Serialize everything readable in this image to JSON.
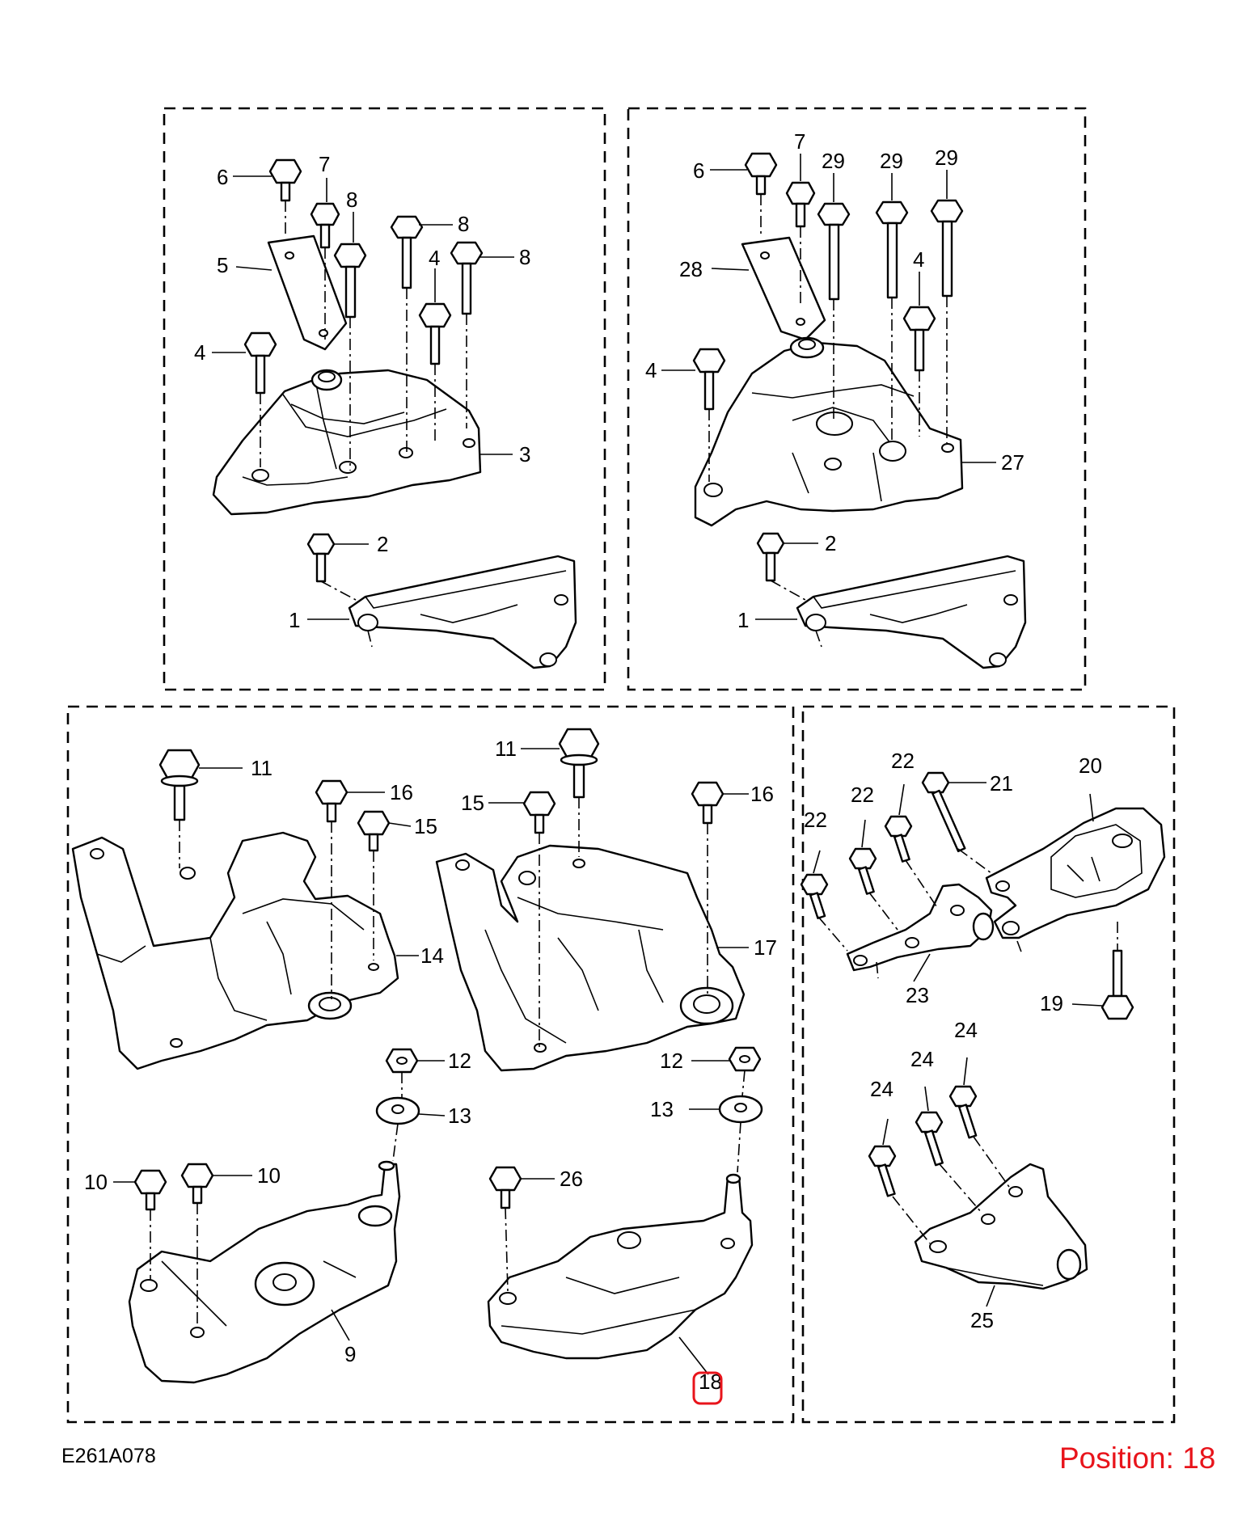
{
  "diagram": {
    "reference_code": "E261A078",
    "position_label": "Position: 18",
    "highlight_color": "#e8141b",
    "callouts": {
      "p1": "6",
      "p2": "7",
      "p3": "8",
      "p4": "8",
      "p5": "8",
      "p6": "5",
      "p7": "4",
      "p8": "4",
      "p9": "3",
      "p10": "2",
      "p11": "1",
      "p12": "6",
      "p13": "7",
      "p14": "29",
      "p15": "29",
      "p16": "29",
      "p17": "28",
      "p18": "4",
      "p19": "4",
      "p20": "27",
      "p21": "2",
      "p22": "1",
      "p23": "11",
      "p24": "16",
      "p25": "15",
      "p26": "14",
      "p27": "11",
      "p28": "15",
      "p29": "16",
      "p30": "17",
      "p31": "12",
      "p32": "13",
      "p33": "10",
      "p34": "10",
      "p35": "9",
      "p36": "12",
      "p37": "13",
      "p38": "26",
      "p39": "18",
      "p40": "22",
      "p41": "22",
      "p42": "22",
      "p43": "21",
      "p44": "20",
      "p45": "23",
      "p46": "19",
      "p47": "24",
      "p48": "24",
      "p49": "24",
      "p50": "25"
    }
  }
}
